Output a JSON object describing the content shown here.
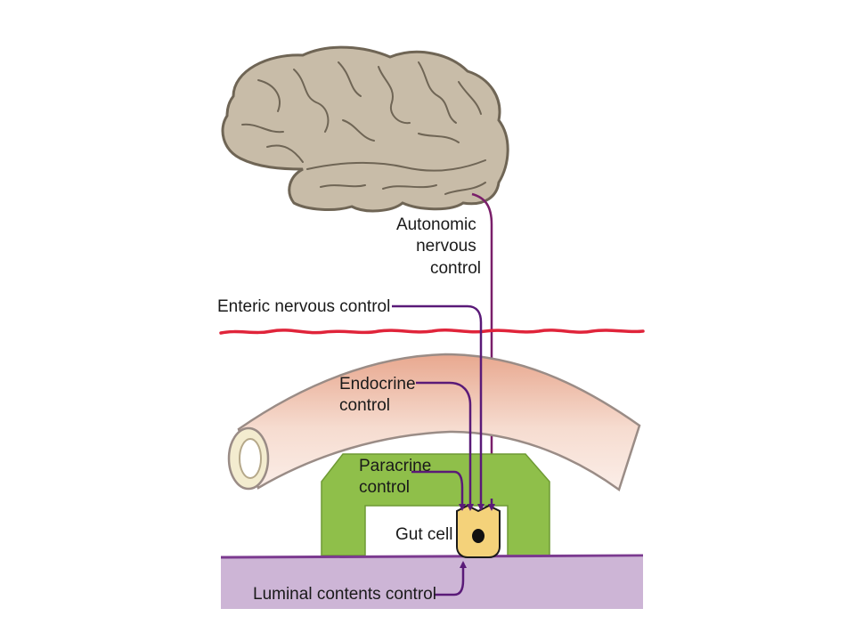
{
  "labels": {
    "autonomic": [
      "Autonomic",
      "nervous",
      "control"
    ],
    "enteric": "Enteric nervous control",
    "endocrine": [
      "Endocrine",
      "control"
    ],
    "paracrine": [
      "Paracrine",
      "control"
    ],
    "gut_cell": "Gut cell",
    "luminal": "Luminal contents control"
  },
  "colors": {
    "brain_fill": "#c8bca8",
    "brain_stroke": "#6f6555",
    "nerve_line": "#7a1f6a",
    "pathway": "#5a1a78",
    "blood_vessel_dark": "#e8a88f",
    "blood_vessel_light": "#f8e8e0",
    "paracrine_block": "#8fbf4a",
    "gut_cell_fill": "#f4d27a",
    "lumen_fill": "#cdb5d6",
    "lumen_line": "#7b3a8f",
    "enteric_line": "#e0243a"
  }
}
